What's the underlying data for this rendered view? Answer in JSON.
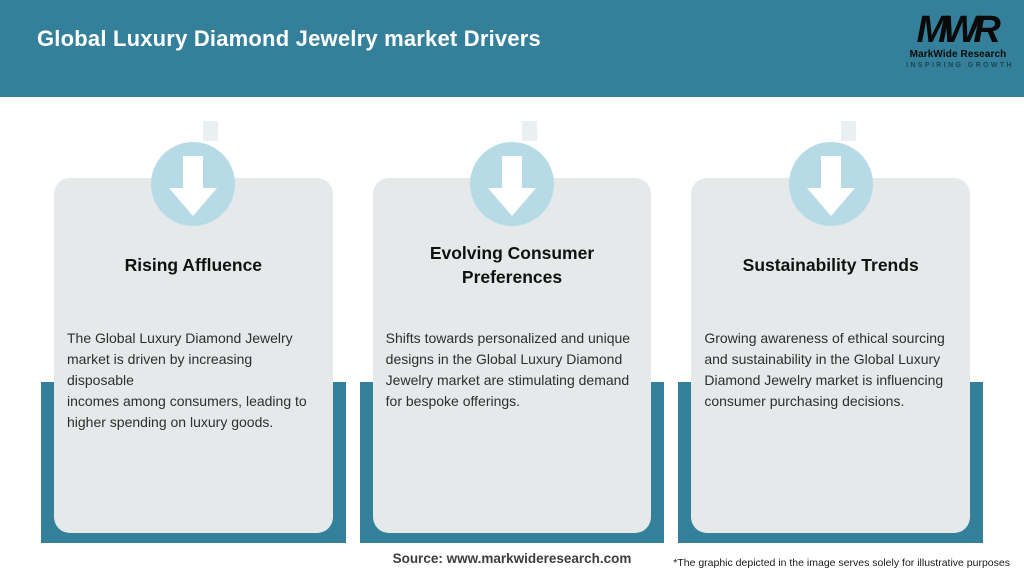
{
  "header": {
    "title": "Global Luxury Diamond Jewelry market Drivers"
  },
  "logo": {
    "monogram": "MWR",
    "name": "MarkWide Research",
    "tagline": "INSPIRING GROWTH"
  },
  "cards": [
    {
      "icon": "down-arrow-icon",
      "title": "Rising Affluence",
      "description": "The Global Luxury Diamond Jewelry\nmarket is driven by increasing disposable\nincomes among consumers, leading to\nhigher spending on luxury goods."
    },
    {
      "icon": "down-arrow-icon",
      "title": "Evolving Consumer\nPreferences",
      "description": "Shifts towards personalized and unique\ndesigns in the Global Luxury Diamond\nJewelry market are stimulating demand\nfor bespoke offerings."
    },
    {
      "icon": "down-arrow-icon",
      "title": "Sustainability Trends",
      "description": "Growing awareness of ethical sourcing\nand sustainability in the Global Luxury\nDiamond Jewelry market is influencing\nconsumer purchasing decisions."
    }
  ],
  "footer": {
    "source": "Source: www.markwideresearch.com",
    "disclaimer": "*The graphic depicted in the image serves solely for illustrative purposes"
  },
  "colors": {
    "teal": "#34809a",
    "card_bg": "#e6e9ea",
    "circle_bg": "#b7dae7",
    "arrow": "#ffffff",
    "title_text": "#ffffff",
    "logo_text": "#0a0a0a",
    "tagline_text": "#1b4653"
  }
}
